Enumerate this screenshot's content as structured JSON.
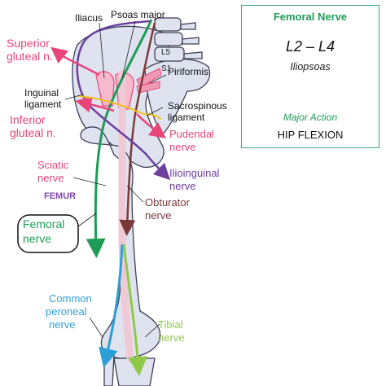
{
  "info_box": {
    "title": "Femoral Nerve",
    "roots": "L2 – L4",
    "muscle": "Iliopsoas",
    "action_label": "Major Action",
    "action": "HIP FLEXION"
  },
  "vertebrae": {
    "l5": "L5",
    "s1": "S1"
  },
  "labels": {
    "iliacus": "Iliacus",
    "psoas_major": "Psoas major",
    "superior_gluteal_line1": "Superior",
    "superior_gluteal_line2": "gluteal n.",
    "piriformis": "Piriformis",
    "inguinal_line1": "Inguinal",
    "inguinal_line2": "ligament",
    "sacrospinous_line1": "Sacrospinous",
    "sacrospinous_line2": "ligament",
    "inferior_gluteal_line1": "Inferior",
    "inferior_gluteal_line2": "gluteal n.",
    "pudendal_line1": "Pudendal",
    "pudendal_line2": "nerve",
    "sciatic_line1": "Sciatic",
    "sciatic_line2": "nerve",
    "ilioinguinal_line1": "Ilioinguinal",
    "ilioinguinal_line2": "nerve",
    "femur": "FEMUR",
    "obturator_line1": "Obturator",
    "obturator_line2": "nerve",
    "femoral_line1": "Femoral",
    "femoral_line2": "nerve",
    "common_peroneal_line1": "Common",
    "common_peroneal_line2": "peroneal",
    "common_peroneal_line3": "nerve",
    "tibial_line1": "Tibial",
    "tibial_line2": "nerve"
  },
  "colors": {
    "femoral": "#1f9b58",
    "gluteal_pudendal": "#e8457a",
    "ilioinguinal": "#6b3fa0",
    "obturator": "#7a3a3a",
    "common_peroneal": "#2e9fd6",
    "tibial": "#8fc94a",
    "femur_label": "#7b46b0",
    "sciatic": "#f0c9d6",
    "bone": "#dfe3ef",
    "box_border": "#3aa57a"
  }
}
